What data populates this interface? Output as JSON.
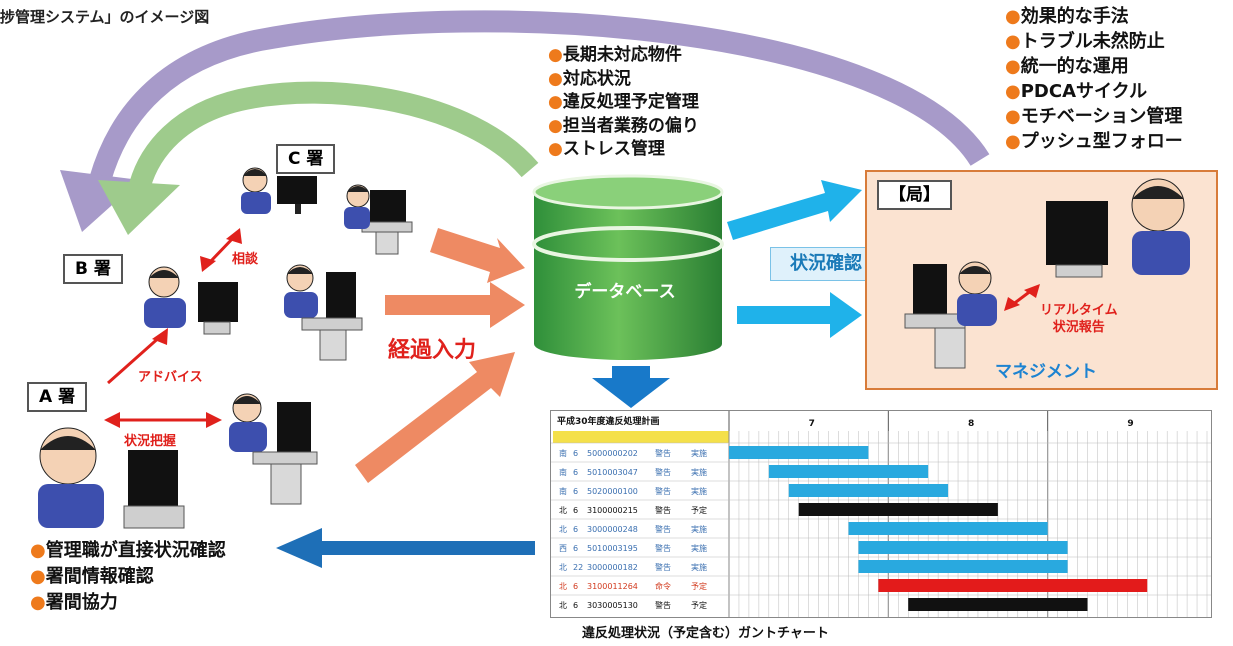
{
  "title": "捗管理システム」のイメージ図",
  "db_items": [
    "長期未対応物件",
    "対応状況",
    "違反処理予定管理",
    "担当者業務の偏り",
    "ストレス管理"
  ],
  "benefits": [
    "効果的な手法",
    "トラブル未然防止",
    "統一的な運用",
    "PDCAサイクル",
    "モチベーション管理",
    "プッシュ型フォロー"
  ],
  "bottom_items": [
    "管理職が直接状況確認",
    "署間情報確認",
    "署間協力"
  ],
  "bullet": "●",
  "stations": {
    "a": "A 署",
    "b": "B 署",
    "c": "C 署"
  },
  "kyoku_label": "【局】",
  "labels": {
    "soudan": "相談",
    "advice": "アドバイス",
    "haaku": "状況把握",
    "keika": "経過入力",
    "database": "データベース",
    "status_check": "状況確認",
    "realtime_1": "リアルタイム",
    "realtime_2": "状況報告",
    "management": "マネジメント",
    "caption": "違反処理状況（予定含む）ガントチャート"
  },
  "gantt": {
    "title": "平成30年度違反処理計画",
    "months": [
      "7",
      "8",
      "9"
    ],
    "rows": [
      {
        "area": "南",
        "no": "6",
        "id": "5000000202",
        "type": "警告",
        "status": "実施",
        "start": 0,
        "len": 14,
        "color": "#29a9df"
      },
      {
        "area": "南",
        "no": "6",
        "id": "5010003047",
        "type": "警告",
        "status": "実施",
        "start": 4,
        "len": 16,
        "color": "#29a9df"
      },
      {
        "area": "南",
        "no": "6",
        "id": "5020000100",
        "type": "警告",
        "status": "実施",
        "start": 6,
        "len": 16,
        "color": "#29a9df"
      },
      {
        "area": "北",
        "no": "6",
        "id": "3100000215",
        "type": "警告",
        "status": "予定",
        "start": 7,
        "len": 20,
        "color": "#111111"
      },
      {
        "area": "北",
        "no": "6",
        "id": "3000000248",
        "type": "警告",
        "status": "実施",
        "start": 12,
        "len": 20,
        "color": "#29a9df"
      },
      {
        "area": "西",
        "no": "6",
        "id": "5010003195",
        "type": "警告",
        "status": "実施",
        "start": 13,
        "len": 21,
        "color": "#29a9df"
      },
      {
        "area": "北",
        "no": "22",
        "id": "3000000182",
        "type": "警告",
        "status": "実施",
        "start": 13,
        "len": 21,
        "color": "#29a9df"
      },
      {
        "area": "北",
        "no": "6",
        "id": "3100011264",
        "type": "命令",
        "status": "予定",
        "start": 15,
        "len": 27,
        "color": "#e31b1b"
      },
      {
        "area": "北",
        "no": "6",
        "id": "3030005130",
        "type": "警告",
        "status": "予定",
        "start": 18,
        "len": 18,
        "color": "#111111"
      }
    ]
  }
}
